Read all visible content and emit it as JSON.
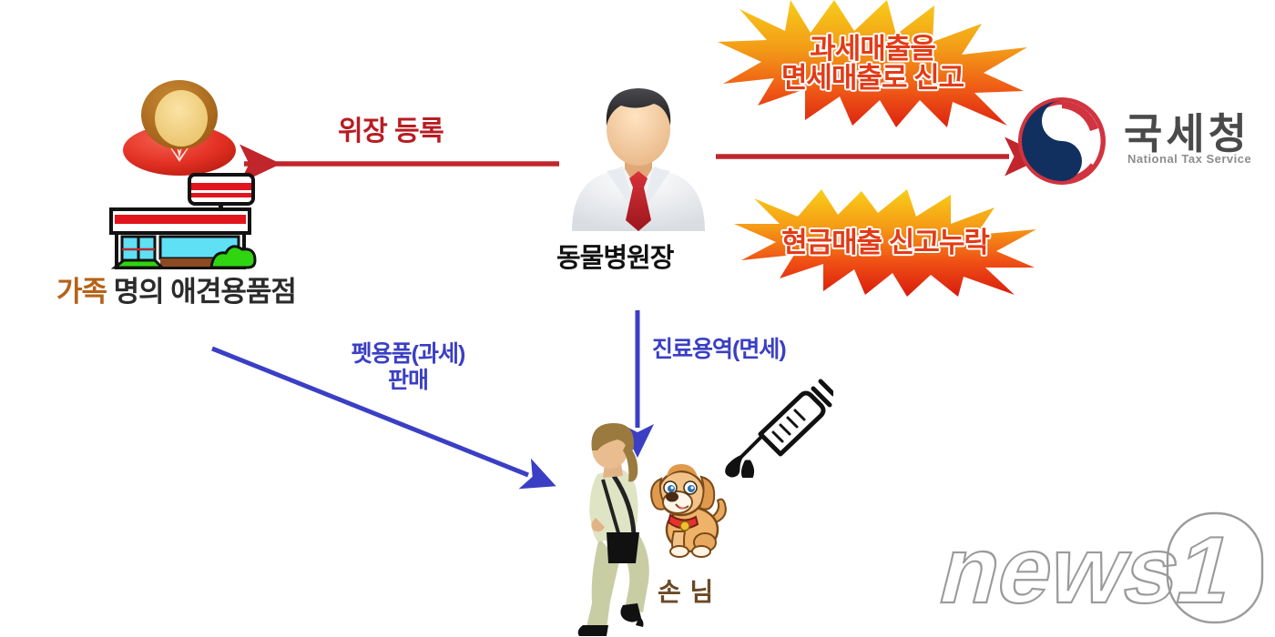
{
  "diagram": {
    "title_alt": "동물병원장 탈세 구조도",
    "nodes": [
      {
        "id": "shop",
        "label_highlight": "가족",
        "label_rest": " 명의 애견용품점",
        "icon": "convenience-store-icon",
        "avatar": "female-avatar-icon"
      },
      {
        "id": "vet",
        "label": "동물병원장",
        "icon": "doctor-avatar-icon"
      },
      {
        "id": "nts",
        "label_ko": "국세청",
        "label_en": "National Tax Service",
        "icon": "nts-taegeuk-logo"
      },
      {
        "id": "customer",
        "label": "손 님",
        "icon": "woman-walking-with-dog-icon"
      }
    ],
    "edges": [
      {
        "id": "e1",
        "label": "위장 등록",
        "color": "#c0262b",
        "from": "vet",
        "to": "shop"
      },
      {
        "id": "e2",
        "label": "",
        "color": "#c0262b",
        "from": "vet",
        "to": "nts"
      },
      {
        "id": "e3",
        "label_line1": "펫용품(과세)",
        "label_line2": "판매",
        "color": "#3a3fc4",
        "from": "shop",
        "to": "customer"
      },
      {
        "id": "e4",
        "label_line1": "진료용역(면세)",
        "label_line2": "",
        "color": "#3a3fc4",
        "from": "vet",
        "to": "customer"
      }
    ],
    "bursts": [
      {
        "id": "burst1",
        "line1": "과세매출을",
        "line2": "면세매출로 신고"
      },
      {
        "id": "burst2",
        "line1": "현금매출 신고누락",
        "line2": ""
      }
    ],
    "extras": [
      {
        "id": "syringe",
        "icon": "syringe-icon"
      }
    ],
    "watermark": {
      "text": "news1"
    },
    "colors": {
      "red_arrow": "#c0262b",
      "blue_arrow": "#3a3fc4",
      "burst_text": "#e23b17",
      "burst_top": "#f5c518",
      "burst_bottom": "#e02a13",
      "shop_highlight": "#b4631a",
      "customer_label": "#6b4a24",
      "nts_navy": "#0f2d5e",
      "nts_red": "#d1343f"
    }
  }
}
